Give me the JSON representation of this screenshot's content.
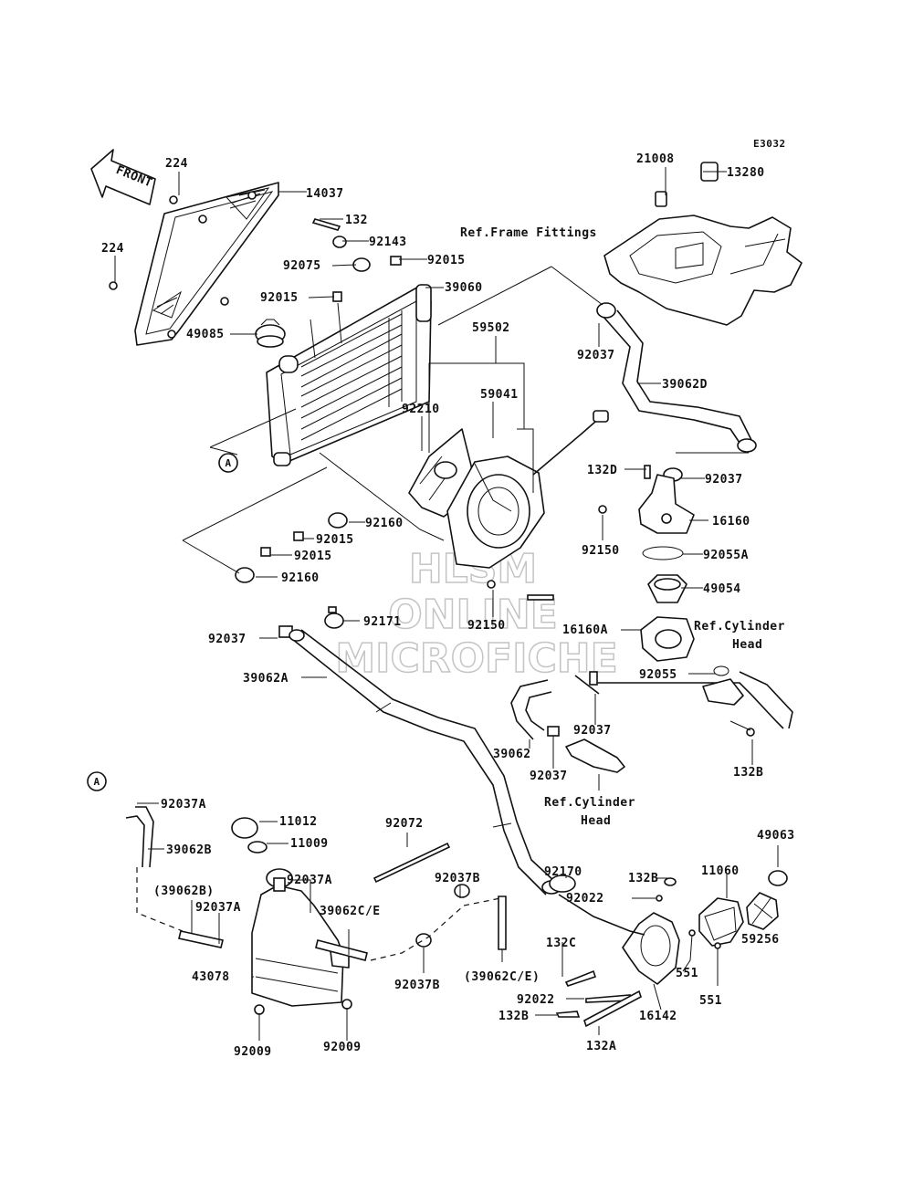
{
  "diagram": {
    "code": "E3032",
    "front_label": "FRONT",
    "watermark": [
      "HLSM",
      "ONLINE",
      "MICROFICHE"
    ],
    "ref_ref_a": "A",
    "refs": {
      "frame_fittings": "Ref.Frame Fittings",
      "cyl_head_a_1": "Ref.Cylinder",
      "cyl_head_a_2": "Head",
      "cyl_head_b_1": "Ref.Cylinder",
      "cyl_head_b_2": "Head"
    },
    "labels": {
      "p224a": "224",
      "p14037": "14037",
      "p224b": "224",
      "p132": "132",
      "p92143": "92143",
      "p92075": "92075",
      "p92015a": "92015",
      "p39060": "39060",
      "p92015b": "92015",
      "p49085": "49085",
      "p59502": "59502",
      "p21008": "21008",
      "p13280": "13280",
      "p92037a": "92037",
      "p39062d": "39062D",
      "p92210": "92210",
      "p59041": "59041",
      "p132d": "132D",
      "p92037b": "92037",
      "p16160": "16160",
      "p92160a": "92160",
      "p92015c": "92015",
      "p92015d": "92015",
      "p92150a": "92150",
      "p92055a": "92055A",
      "p92160b": "92160",
      "p49054": "49054",
      "p92171": "92171",
      "p92150b": "92150",
      "p16160a": "16160A",
      "p92037c": "92037",
      "p39062a": "39062A",
      "p92055": "92055",
      "p92037d": "92037",
      "p39062": "39062",
      "p92037e": "92037",
      "p132b_a": "132B",
      "p92037a_1": "92037A",
      "p11012": "11012",
      "p92072": "92072",
      "p39062b": "39062B",
      "p11009": "11009",
      "p49063": "49063",
      "p92037a_2": "92037A",
      "p92170": "92170",
      "p132b_b": "132B",
      "p11060": "11060",
      "p39062b_ref": "(39062B)",
      "p92037a_3": "92037A",
      "p39062ce": "39062C/E",
      "p92037b_1": "92037B",
      "p92022a": "92022",
      "p59256": "59256",
      "p132c": "132C",
      "p551a": "551",
      "p43078": "43078",
      "p92037b_2": "92037B",
      "p39062ce_ref": "(39062C/E)",
      "p92022b": "92022",
      "p551b": "551",
      "p132b_c": "132B",
      "p16142": "16142",
      "p132a": "132A",
      "p92009a": "92009",
      "p92009b": "92009"
    }
  }
}
